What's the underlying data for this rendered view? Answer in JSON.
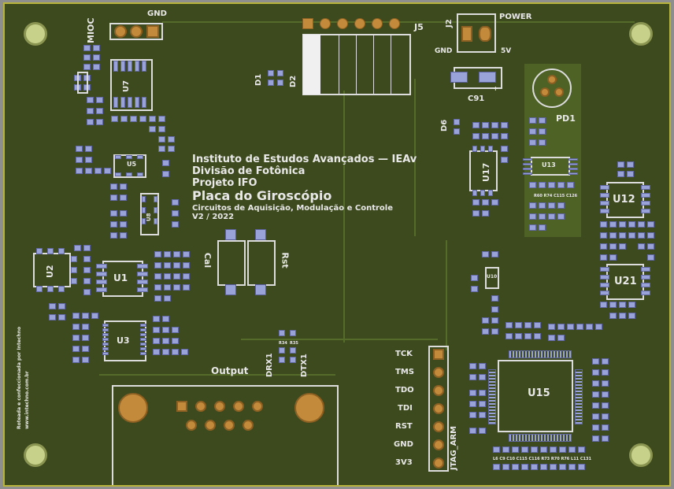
{
  "board": {
    "copper_color": "#3d4a1e",
    "silk_color": "#e8e8e8",
    "pad_color": "#9aa3d8",
    "gold_color": "#c28a3a"
  },
  "title_block": {
    "line1": "Instituto de Estudos Avançados — IEAv",
    "line2": "Divisão de Fotônica",
    "line3": "Projeto IFO",
    "line4": "Placa do Giroscópio",
    "line5": "Circuitos de Aquisição, Modulação e Controle",
    "line6": "V2 / 2022"
  },
  "labels": {
    "mioc": "MIOC",
    "gnd_top": "GND",
    "power": "POWER",
    "j2": "J2",
    "gnd_j2": "GND",
    "v5": "5V",
    "j5": "J5",
    "d1": "D1",
    "d2": "D2",
    "c91": "C91",
    "d6": "D6",
    "pd1": "PD1",
    "u7": "U7",
    "u5": "U5",
    "u8": "U8",
    "u2": "U2",
    "u1": "U1",
    "u3": "U3",
    "u17": "U17",
    "u13": "U13",
    "u12": "U12",
    "u21": "U21",
    "u15": "U15",
    "u10": "U10",
    "cal": "Cal",
    "rst": "Rst",
    "output": "Output",
    "drx1": "DRX1",
    "dtx1": "DTX1",
    "jtag_arm": "JTAG_ARM",
    "plus": "+"
  },
  "jtag": [
    "TCK",
    "TMS",
    "TDO",
    "TDI",
    "RST",
    "GND",
    "3V3"
  ],
  "credit": {
    "line1": "Roteada e confeccionada por Intechno",
    "line2": "www.intechno.com.br"
  },
  "small_refs": {
    "r34": "R34",
    "r35": "R35",
    "pd_row1": "R60 R74 C115 C126",
    "u15_bottom": "L6 C9 C10 C115 C116 R73 R70 R76 L11 C131"
  }
}
